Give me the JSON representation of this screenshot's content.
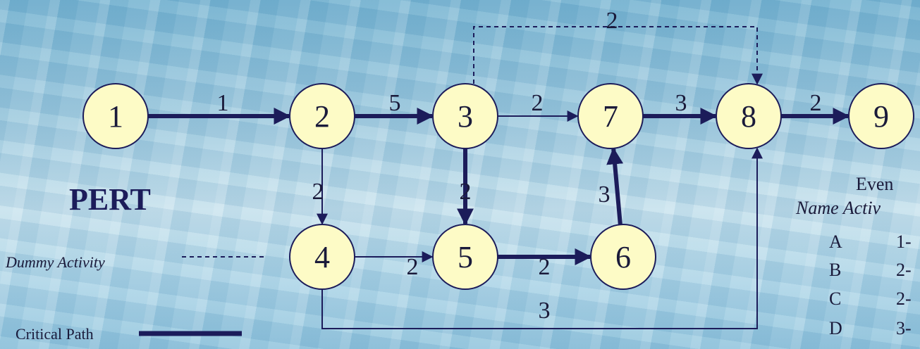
{
  "title": "PERT",
  "nodes": [
    {
      "id": "1",
      "label": "1"
    },
    {
      "id": "2",
      "label": "2"
    },
    {
      "id": "3",
      "label": "3"
    },
    {
      "id": "4",
      "label": "4"
    },
    {
      "id": "5",
      "label": "5"
    },
    {
      "id": "6",
      "label": "6"
    },
    {
      "id": "7",
      "label": "7"
    },
    {
      "id": "8",
      "label": "8"
    },
    {
      "id": "9",
      "label": "9"
    }
  ],
  "edges": [
    {
      "from": "1",
      "to": "2",
      "label": "1",
      "critical": true
    },
    {
      "from": "2",
      "to": "3",
      "label": "5",
      "critical": true
    },
    {
      "from": "3",
      "to": "7",
      "label": "2",
      "critical": false
    },
    {
      "from": "7",
      "to": "8",
      "label": "3",
      "critical": true
    },
    {
      "from": "8",
      "to": "9",
      "label": "2",
      "critical": true
    },
    {
      "from": "2",
      "to": "4",
      "label": "2",
      "critical": false
    },
    {
      "from": "3",
      "to": "5",
      "label": "2",
      "critical": true
    },
    {
      "from": "4",
      "to": "5",
      "label": "2",
      "critical": false
    },
    {
      "from": "5",
      "to": "6",
      "label": "2",
      "critical": true
    },
    {
      "from": "6",
      "to": "7",
      "label": "3",
      "critical": true
    },
    {
      "from": "4",
      "to": "8",
      "label": "3",
      "critical": false
    },
    {
      "from": "3",
      "to": "8",
      "label": "2",
      "critical": false,
      "dummy": true
    }
  ],
  "legend": {
    "dummy_label": "Dummy Activity",
    "critical_label": "Critical Path"
  },
  "table": {
    "header_line1": "Even",
    "header_line2": "Name Activ",
    "rows": [
      {
        "name": "A",
        "activity": "1-"
      },
      {
        "name": "B",
        "activity": "2-"
      },
      {
        "name": "C",
        "activity": "2-"
      },
      {
        "name": "D",
        "activity": "3-"
      }
    ]
  },
  "colors": {
    "node_fill": "#fdfbc6",
    "node_stroke": "#1c1c5a",
    "edge": "#1c1c5a"
  }
}
